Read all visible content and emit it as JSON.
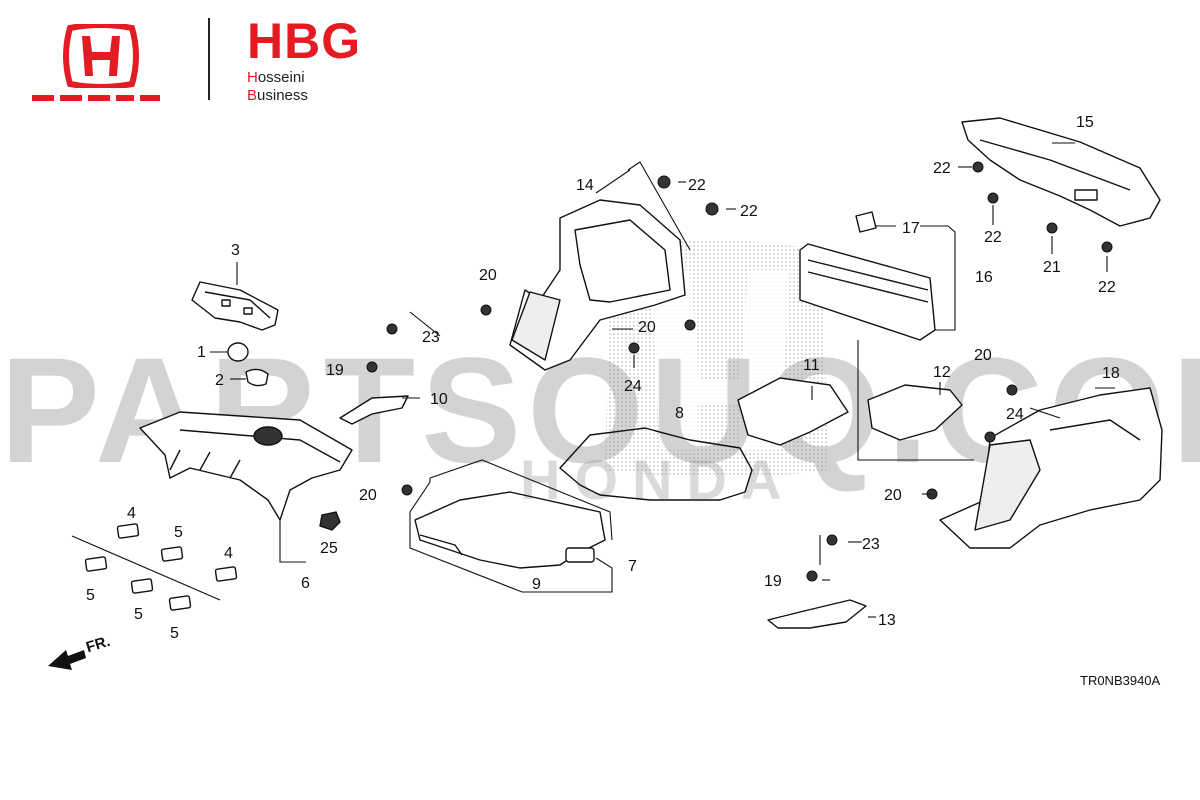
{
  "header": {
    "logo_mark": "honda-h-logo",
    "brand_letters": "HBG",
    "brand_line1_cap": "H",
    "brand_line1_rest": "osseini",
    "brand_line2_cap": "B",
    "brand_line2_rest": "usiness",
    "colors": {
      "brand_red": "#e31b23",
      "ink": "#111111"
    }
  },
  "watermark": {
    "main": "PARTSOUQ.COM",
    "secondary": "HONDA"
  },
  "diagram": {
    "code": "TR0NB3940A",
    "front_label": "FR.",
    "callouts": [
      {
        "id": "c1",
        "label": "1"
      },
      {
        "id": "c2",
        "label": "2"
      },
      {
        "id": "c3",
        "label": "3"
      },
      {
        "id": "c4a",
        "label": "4"
      },
      {
        "id": "c4b",
        "label": "4"
      },
      {
        "id": "c5a",
        "label": "5"
      },
      {
        "id": "c5b",
        "label": "5"
      },
      {
        "id": "c5c",
        "label": "5"
      },
      {
        "id": "c5d",
        "label": "5"
      },
      {
        "id": "c6",
        "label": "6"
      },
      {
        "id": "c7",
        "label": "7"
      },
      {
        "id": "c8",
        "label": "8"
      },
      {
        "id": "c9",
        "label": "9"
      },
      {
        "id": "c10",
        "label": "10"
      },
      {
        "id": "c11",
        "label": "11"
      },
      {
        "id": "c12",
        "label": "12"
      },
      {
        "id": "c13",
        "label": "13"
      },
      {
        "id": "c14",
        "label": "14"
      },
      {
        "id": "c15",
        "label": "15"
      },
      {
        "id": "c16",
        "label": "16"
      },
      {
        "id": "c17",
        "label": "17"
      },
      {
        "id": "c18",
        "label": "18"
      },
      {
        "id": "c19a",
        "label": "19"
      },
      {
        "id": "c19b",
        "label": "19"
      },
      {
        "id": "c20a",
        "label": "20"
      },
      {
        "id": "c20b",
        "label": "20"
      },
      {
        "id": "c20c",
        "label": "20"
      },
      {
        "id": "c20d",
        "label": "20"
      },
      {
        "id": "c20e",
        "label": "20"
      },
      {
        "id": "c21",
        "label": "21"
      },
      {
        "id": "c22a",
        "label": "22"
      },
      {
        "id": "c22b",
        "label": "22"
      },
      {
        "id": "c22c",
        "label": "22"
      },
      {
        "id": "c22d",
        "label": "22"
      },
      {
        "id": "c22e",
        "label": "22"
      },
      {
        "id": "c23a",
        "label": "23"
      },
      {
        "id": "c23b",
        "label": "23"
      },
      {
        "id": "c24a",
        "label": "24"
      },
      {
        "id": "c24b",
        "label": "24"
      },
      {
        "id": "c25",
        "label": "25"
      }
    ]
  }
}
